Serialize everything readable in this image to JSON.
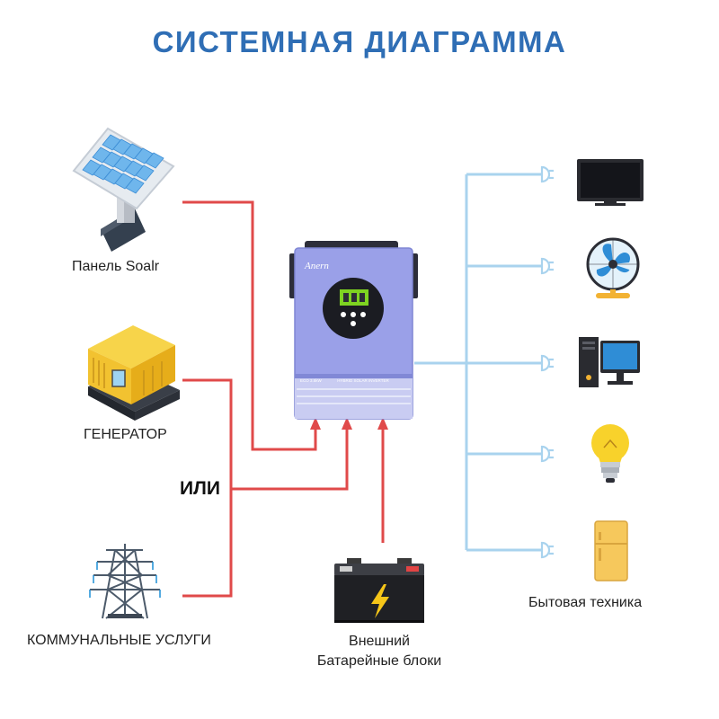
{
  "title": "СИСТЕМНАЯ ДИАГРАММА",
  "sources": {
    "solar_label": "Панель Soalr",
    "generator_label": "ГЕНЕРАТОР",
    "or_label": "ИЛИ",
    "utility_label": "КОММУНАЛЬНЫЕ УСЛУГИ"
  },
  "battery": {
    "label_line1": "Внешний",
    "label_line2": "Батарейные блоки"
  },
  "loads": {
    "label": "Бытовая техника",
    "icons": [
      "tv-icon",
      "fan-icon",
      "computer-icon",
      "light-bulb-icon",
      "refrigerator-icon"
    ]
  },
  "inverter": {
    "brand": "Anern",
    "panel_text": "HYBRID SOLAR INVERTER",
    "model": "ECO 3.5kW"
  },
  "colors": {
    "title": "#2f6eb5",
    "source_line": "#e04a4a",
    "load_line": "#a9d3ee",
    "inverter_body": "#9aa0e8"
  }
}
